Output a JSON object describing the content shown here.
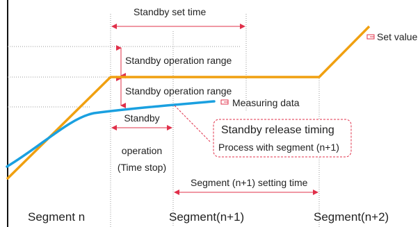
{
  "labels": {
    "standby_set_time": "Standby set time",
    "standby_range_upper": "Standby operation range",
    "standby_range_lower": "Standby operation range",
    "set_value": "Set value",
    "measuring_data": "Measuring data",
    "release_title": "Standby release timing",
    "release_sub": "Process with segment (n+1)",
    "standby_op_1": "Standby",
    "standby_op_2": "operation",
    "standby_op_3": "(Time stop)",
    "segment_setting_time": "Segment (n+1) setting time",
    "segment_n": "Segment n",
    "segment_n1": "Segment(n+1)",
    "segment_n2": "Segment(n+2)"
  },
  "colors": {
    "set_value_line": "#F0A010",
    "measuring_line": "#1AA0E0",
    "annotation": "#E0304A",
    "guide": "#999999",
    "axis": "#111111"
  }
}
